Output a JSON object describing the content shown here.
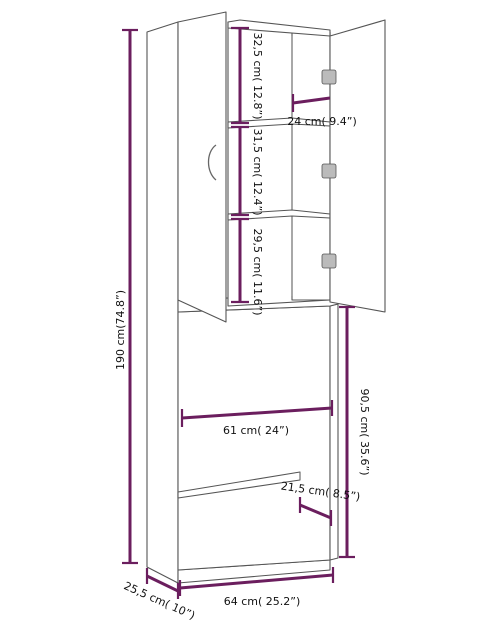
{
  "dimensions": {
    "total_height": "190 cm(74.8”)",
    "shelf_1_height": "32,5 cm( 12.8”)",
    "shelf_2_height": "31,5 cm( 12.4”)",
    "shelf_3_height": "29,5 cm( 11.6”)",
    "inner_depth": "24 cm( 9.4”)",
    "opening_height": "90,5 cm( 35.6”)",
    "inner_width": "61 cm( 24”)",
    "low_depth": "21,5 cm( 8.5”)",
    "outer_width": "64 cm( 25.2”)",
    "outer_depth": "25,5 cm( 10”)"
  },
  "colors": {
    "dimension_lines": "#6b1e5e",
    "cabinet_outline": "#555555"
  }
}
